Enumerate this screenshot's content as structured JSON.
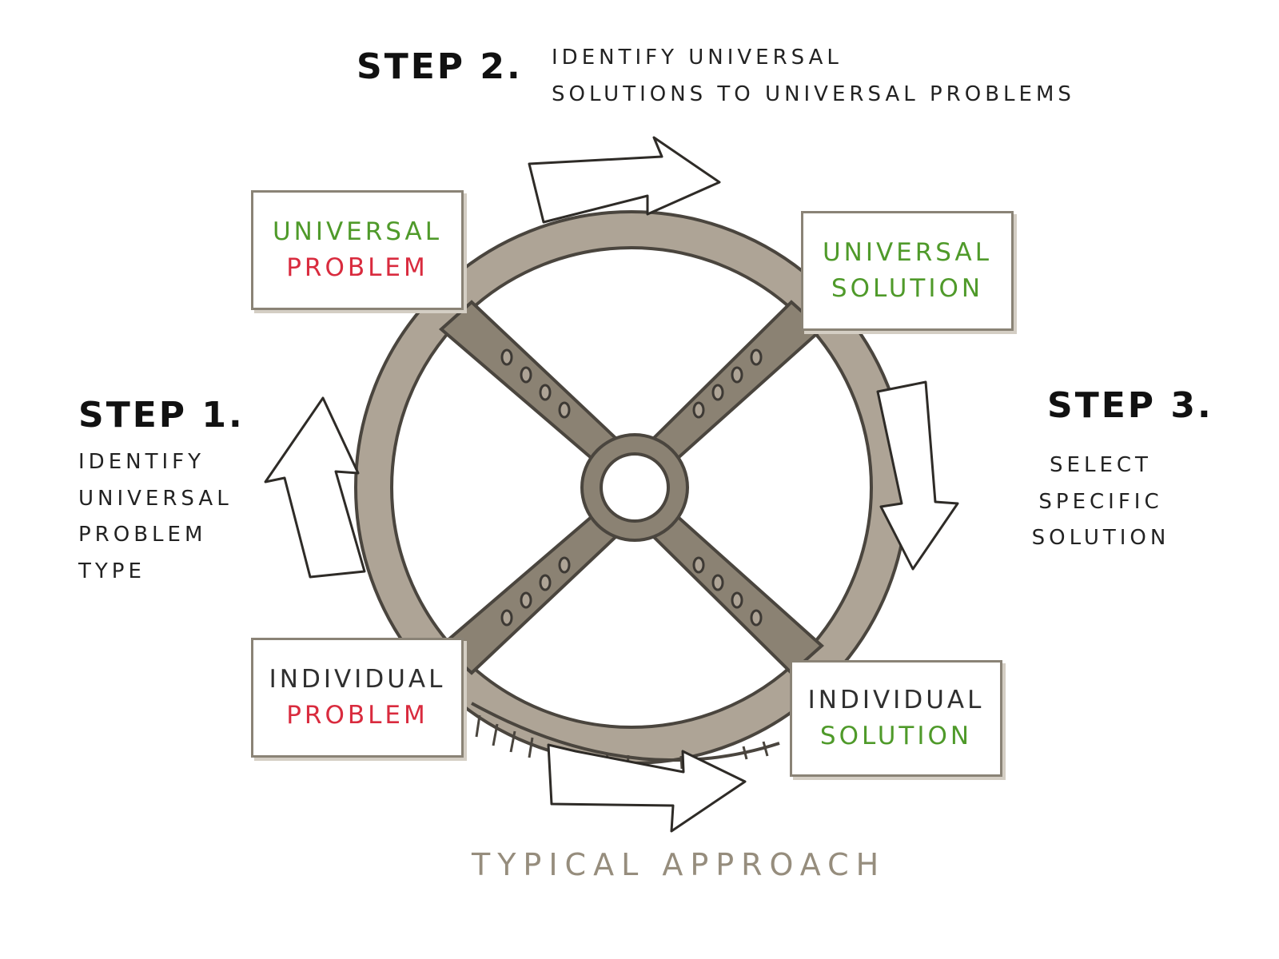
{
  "steps": {
    "step1": {
      "title": "STEP 1.",
      "lines": [
        "IDENTIFY",
        "UNIVERSAL",
        "PROBLEM",
        "TYPE"
      ]
    },
    "step2": {
      "title": "STEP 2.",
      "lines": [
        "IDENTIFY UNIVERSAL",
        "SOLUTIONS TO UNIVERSAL PROBLEMS"
      ]
    },
    "step3": {
      "title": "STEP 3.",
      "lines": [
        "SELECT",
        "SPECIFIC",
        "SOLUTION"
      ]
    }
  },
  "boxes": {
    "universal_problem": {
      "line1": "UNIVERSAL",
      "line2": "PROBLEM"
    },
    "universal_solution": {
      "line1": "UNIVERSAL",
      "line2": "SOLUTION"
    },
    "individual_problem": {
      "line1": "INDIVIDUAL",
      "line2": "PROBLEM"
    },
    "individual_solution": {
      "line1": "INDIVIDUAL",
      "line2": "SOLUTION"
    }
  },
  "bottom_label": "TYPICAL APPROACH",
  "colors": {
    "wheel": "#aea496",
    "spoke": "#8b8273",
    "outline": "#4a453e",
    "universal_text": "#4f9a2a",
    "problem_text": "#d92b3e",
    "approach_text": "#968d7d"
  },
  "icons": [
    "steering-wheel-icon",
    "clockwise-arrow-icon"
  ]
}
